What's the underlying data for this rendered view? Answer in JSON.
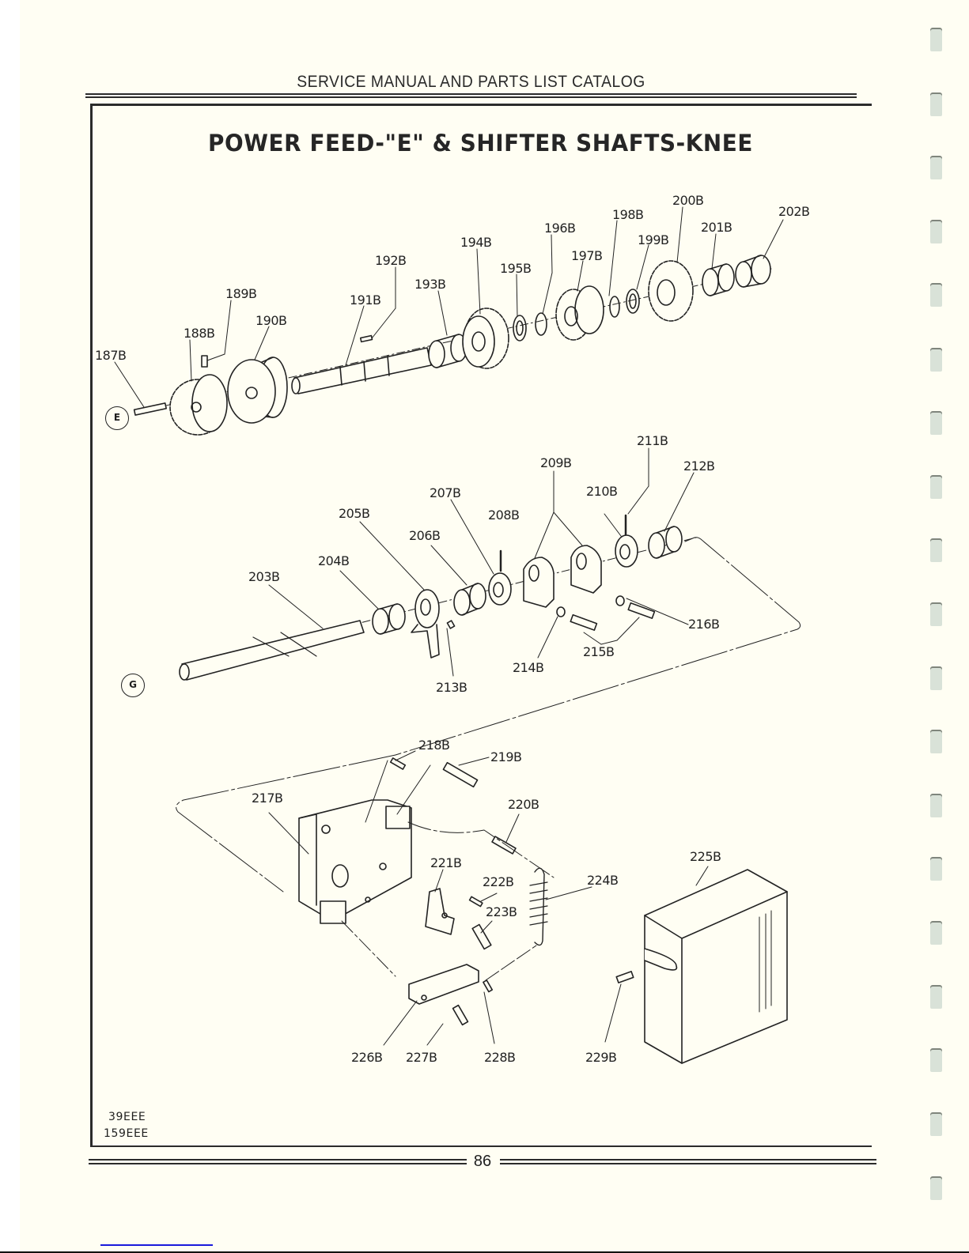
{
  "header": {
    "running_head": "SERVICE MANUAL AND PARTS LIST CATALOG"
  },
  "plate": {
    "title": "POWER FEED-\"E\" & SHIFTER SHAFTS-KNEE",
    "section_refs": {
      "e": "E",
      "g": "G"
    },
    "callouts": {
      "p187": "187B",
      "p188": "188B",
      "p189": "189B",
      "p190": "190B",
      "p191": "191B",
      "p192": "192B",
      "p193": "193B",
      "p194": "194B",
      "p195": "195B",
      "p196": "196B",
      "p197": "197B",
      "p198": "198B",
      "p199": "199B",
      "p200": "200B",
      "p201": "201B",
      "p202": "202B",
      "p203": "203B",
      "p204": "204B",
      "p205": "205B",
      "p206": "206B",
      "p207": "207B",
      "p208": "208B",
      "p209": "209B",
      "p210": "210B",
      "p211": "211B",
      "p212": "212B",
      "p213": "213B",
      "p214": "214B",
      "p215": "215B",
      "p216": "216B",
      "p217": "217B",
      "p218": "218B",
      "p219": "219B",
      "p220": "220B",
      "p221": "221B",
      "p222": "222B",
      "p223": "223B",
      "p224": "224B",
      "p225": "225B",
      "p226": "226B",
      "p227": "227B",
      "p228": "228B",
      "p229": "229B"
    },
    "models": [
      "39EEE",
      "159EEE"
    ]
  },
  "footer": {
    "page_number": "86"
  },
  "colors": {
    "paper": "#fffef3",
    "ink": "#222222",
    "punch_hole": "#d9e2d8",
    "link_underline": "#1a1adb"
  }
}
